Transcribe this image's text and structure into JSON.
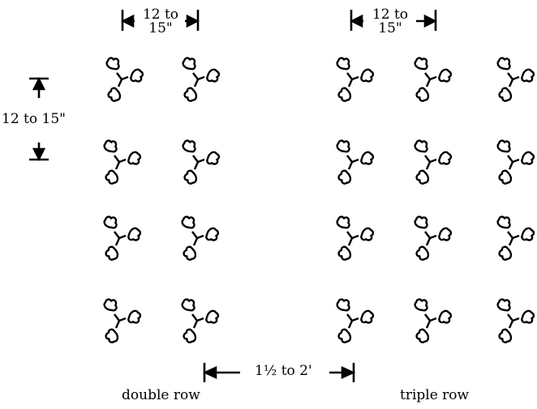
{
  "spacing": {
    "plant_gap_line1": "12 to",
    "plant_gap_line2": "15\"",
    "row_gap": "12 to 15\"",
    "bed_gap": "1½ to 2'"
  },
  "captions": {
    "double": "double row",
    "triple": "triple row"
  },
  "layout_info": {
    "double_row": {
      "columns": 2,
      "rows": 4
    },
    "triple_row": {
      "columns": 3,
      "rows": 4
    }
  },
  "colors": {
    "ink": "#000000",
    "paper": "#ffffff"
  }
}
